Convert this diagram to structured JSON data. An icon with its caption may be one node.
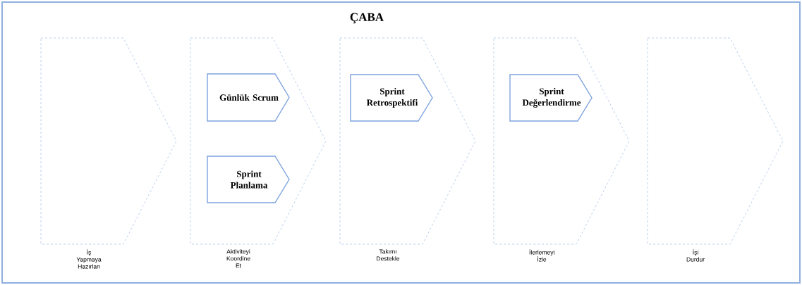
{
  "diagram": {
    "title": "ÇABA",
    "nodes": [
      {
        "text": [
          "İş Yapmaya Hazırlan"
        ]
      },
      {
        "text": [
          "Aktiviteyi Koordine Et"
        ]
      },
      {
        "text": [
          "Günlük Scrum"
        ],
        "in": 1
      },
      {
        "text": [
          "Sprint Planlama"
        ],
        "in": 1
      },
      {
        "text": [
          "Takımı Destekle"
        ]
      },
      {
        "text": [
          "Sprint Retrospektifi"
        ],
        "in": 4
      },
      {
        "text": [
          "İlerlemeyi İzle"
        ]
      },
      {
        "text": [
          "Sprint Değerlendirme"
        ],
        "in": 6
      },
      {
        "text": [
          "İşi Durdur"
        ]
      }
    ]
  }
}
